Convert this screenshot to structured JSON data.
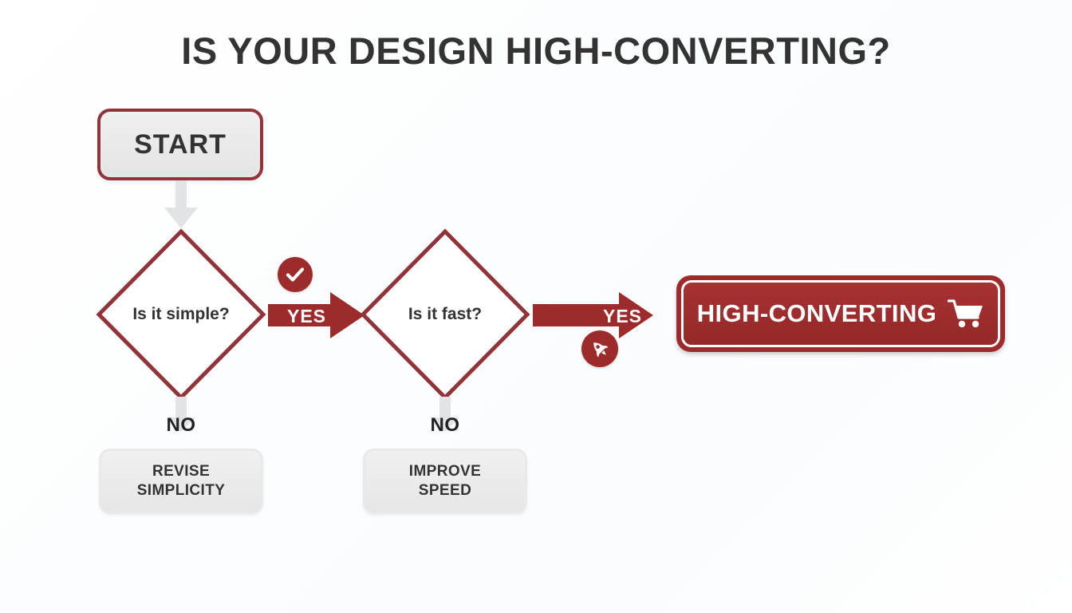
{
  "page": {
    "title": "IS YOUR DESIGN HIGH-CONVERTING?",
    "background_color": "#fdfdfd",
    "accent_red": "#9e2b2b",
    "border_red": "#92333a",
    "text_dark": "#333333",
    "gray_fill": "#ededed"
  },
  "flow": {
    "start": {
      "label": "START"
    },
    "decisions": [
      {
        "label": "Is it simple?",
        "yes_label": "YES",
        "no_label": "NO",
        "badge_icon": "check-circle-icon"
      },
      {
        "label": "Is it fast?",
        "yes_label": "YES",
        "no_label": "NO",
        "badge_icon": "rocket-icon"
      }
    ],
    "outcomes": [
      {
        "line1": "REVISE",
        "line2": "SIMPLICITY"
      },
      {
        "line1": "IMPROVE",
        "line2": "SPEED"
      }
    ],
    "result": {
      "label": "HIGH-CONVERTING",
      "icon": "shopping-cart-icon"
    }
  }
}
